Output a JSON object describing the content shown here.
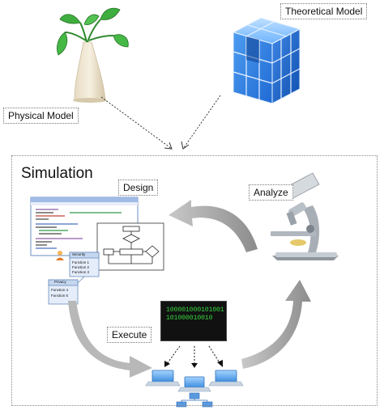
{
  "labels": {
    "physical_model": "Physical Model",
    "theoretical_model": "Theoretical Model",
    "simulation": "Simulation",
    "design": "Design",
    "analyze": "Analyze",
    "execute": "Execute"
  },
  "terminal": {
    "line1": "100001000101001",
    "line2": "101000010010"
  },
  "diagram_text": {
    "security": "Security",
    "privacy": "Privacy",
    "function1": "Function 1",
    "function2": "Function 2",
    "function3": "Function 3",
    "function4": "Function 4",
    "function5": "Function 5"
  },
  "colors": {
    "cube_light": "#6fb4ff",
    "cube_dark": "#1a5bb8",
    "arrow_gray": "#a9a9a9",
    "terminal_text": "#35d23b"
  }
}
